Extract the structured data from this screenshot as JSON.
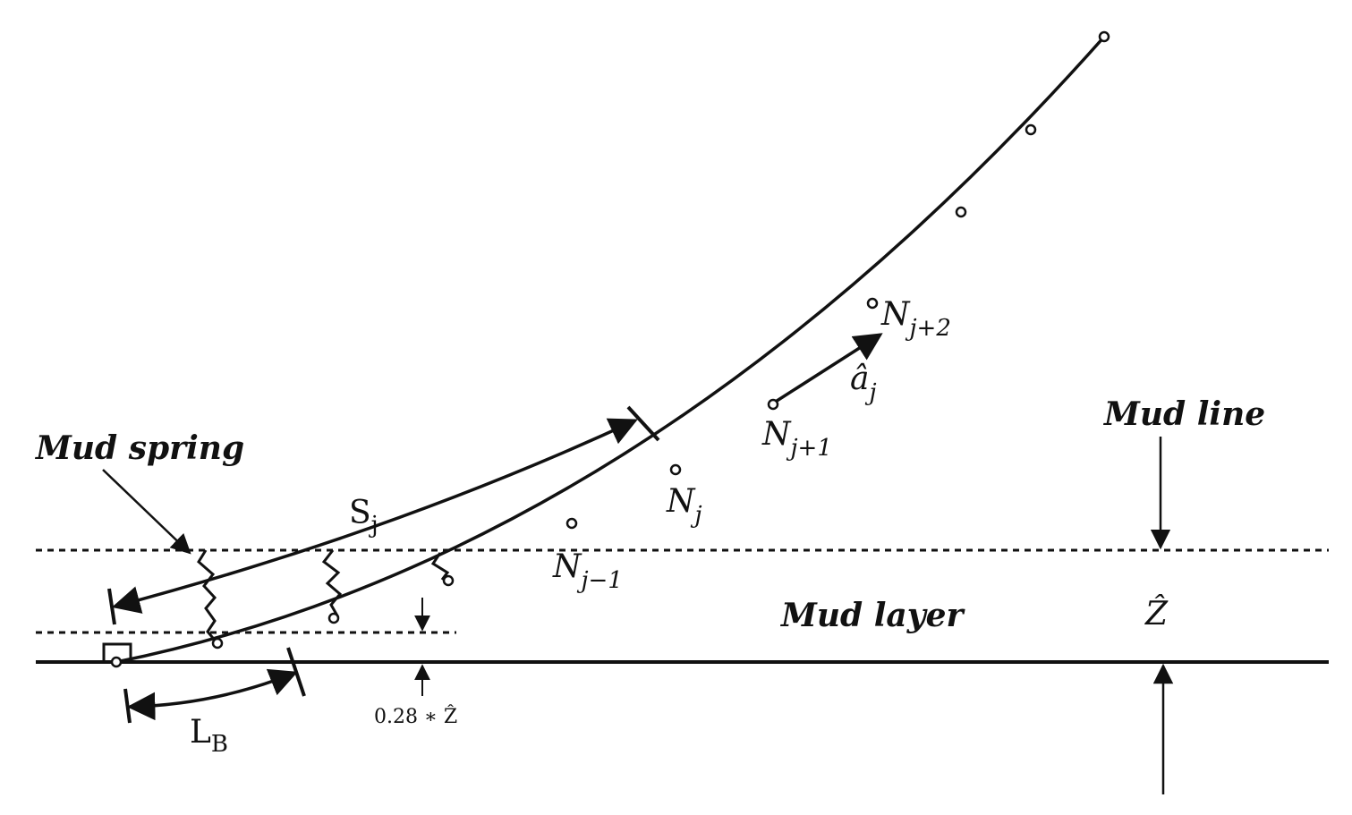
{
  "labels": {
    "mud_spring": "Mud spring",
    "mud_line": "Mud line",
    "mud_layer": "Mud layer",
    "z_hat": "Ẑ",
    "seg_length_main": "S",
    "seg_length_sub": "j",
    "bottom_length_main": "L",
    "bottom_length_sub": "B",
    "offset_label": "0.28 ∗ Ẑ",
    "node_prev_main": "N",
    "node_prev_sub": "j−1",
    "node_main": "N",
    "node_sub": "j",
    "node_next_main": "N",
    "node_next_sub": "j+1",
    "node_next2_main": "N",
    "node_next2_sub": "j+2",
    "tangent_main": "â",
    "tangent_sub": "j"
  },
  "colors": {
    "ink": "#111111",
    "background": "#ffffff"
  },
  "icons": {
    "node_marker": "open-circle",
    "anchor": "anchor-block",
    "spring": "zigzag-spring",
    "dimension_end": "tick-bar",
    "arrow": "filled-arrowhead"
  }
}
